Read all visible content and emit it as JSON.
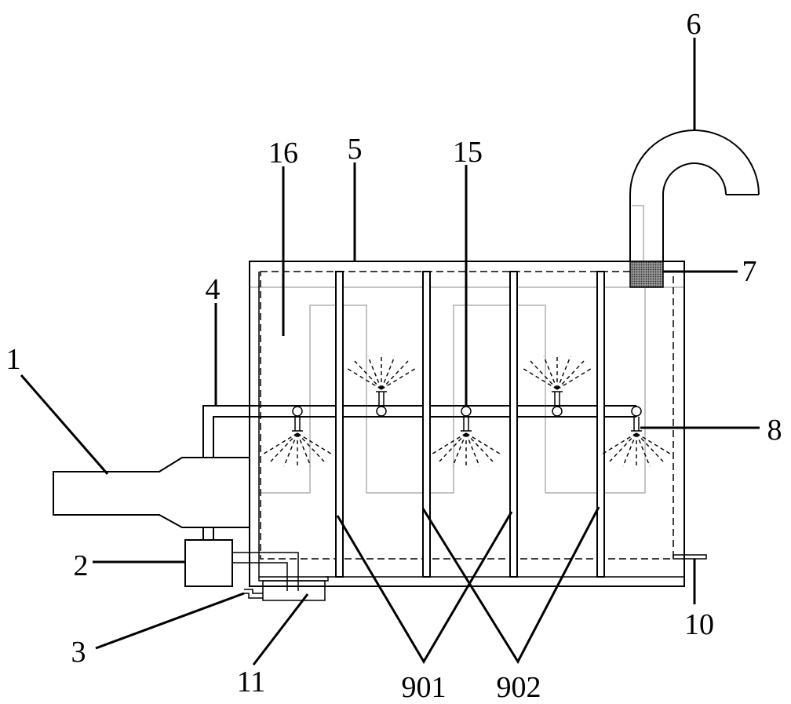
{
  "callouts": {
    "c1": "1",
    "c2": "2",
    "c3": "3",
    "c4": "4",
    "c5": "5",
    "c6": "6",
    "c7": "7",
    "c8": "8",
    "c10": "10",
    "c11": "11",
    "c15": "15",
    "c16": "16",
    "c901": "901",
    "c902": "902"
  },
  "colors": {
    "line": "#000000",
    "hidden_line": "#b0b0b0"
  }
}
